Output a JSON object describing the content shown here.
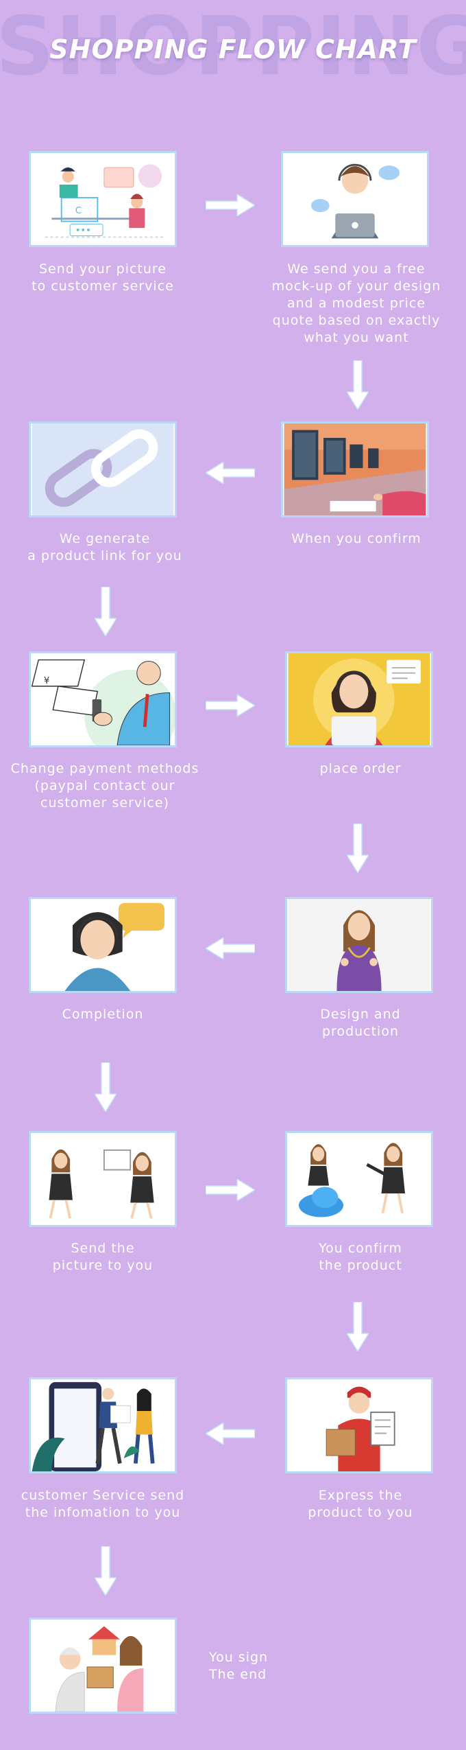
{
  "bg_word": "SHOPPING",
  "title": "SHOPPING FLOW CHART",
  "steps": [
    {
      "caption": "Send your picture\nto customer service",
      "image": "customer-service-chat-illustration"
    },
    {
      "caption": "We send you a free\nmock-up of your design\nand a modest price\nquote based on exactly\nwhat you want",
      "image": "designer-headset-laptop-illustration"
    },
    {
      "caption": "When you confirm",
      "image": "computer-desk-illustration"
    },
    {
      "caption": "We generate\na product link for you",
      "image": "chain-link-icon"
    },
    {
      "caption": "Change payment methods\n(paypal contact our\ncustomer service)",
      "image": "payment-businessman-illustration"
    },
    {
      "caption": "place order",
      "image": "operator-woman-laptop-illustration"
    },
    {
      "caption": "Design and\nproduction",
      "image": "tailor-woman-illustration"
    },
    {
      "caption": "Completion",
      "image": "support-agent-speech-bubble-illustration"
    },
    {
      "caption": "Send the\npicture to you",
      "image": "women-presenting-board-illustration"
    },
    {
      "caption": "You confirm\nthe product",
      "image": "women-cloud-illustration"
    },
    {
      "caption": "Express the\nproduct to you",
      "image": "delivery-man-box-illustration"
    },
    {
      "caption": "customer Service send\nthe infomation to you",
      "image": "phone-delivery-illustration"
    },
    {
      "caption": "You sign\nThe end",
      "image": "package-handover-illustration"
    }
  ],
  "arrow_directions": [
    "right",
    "down",
    "left",
    "down",
    "right",
    "down",
    "left",
    "down",
    "right",
    "down",
    "left",
    "down"
  ],
  "colors": {
    "background": "#d2b0ec",
    "card_border": "#b9d8f3",
    "arrow": "#ffffff",
    "text": "#ffffff"
  }
}
